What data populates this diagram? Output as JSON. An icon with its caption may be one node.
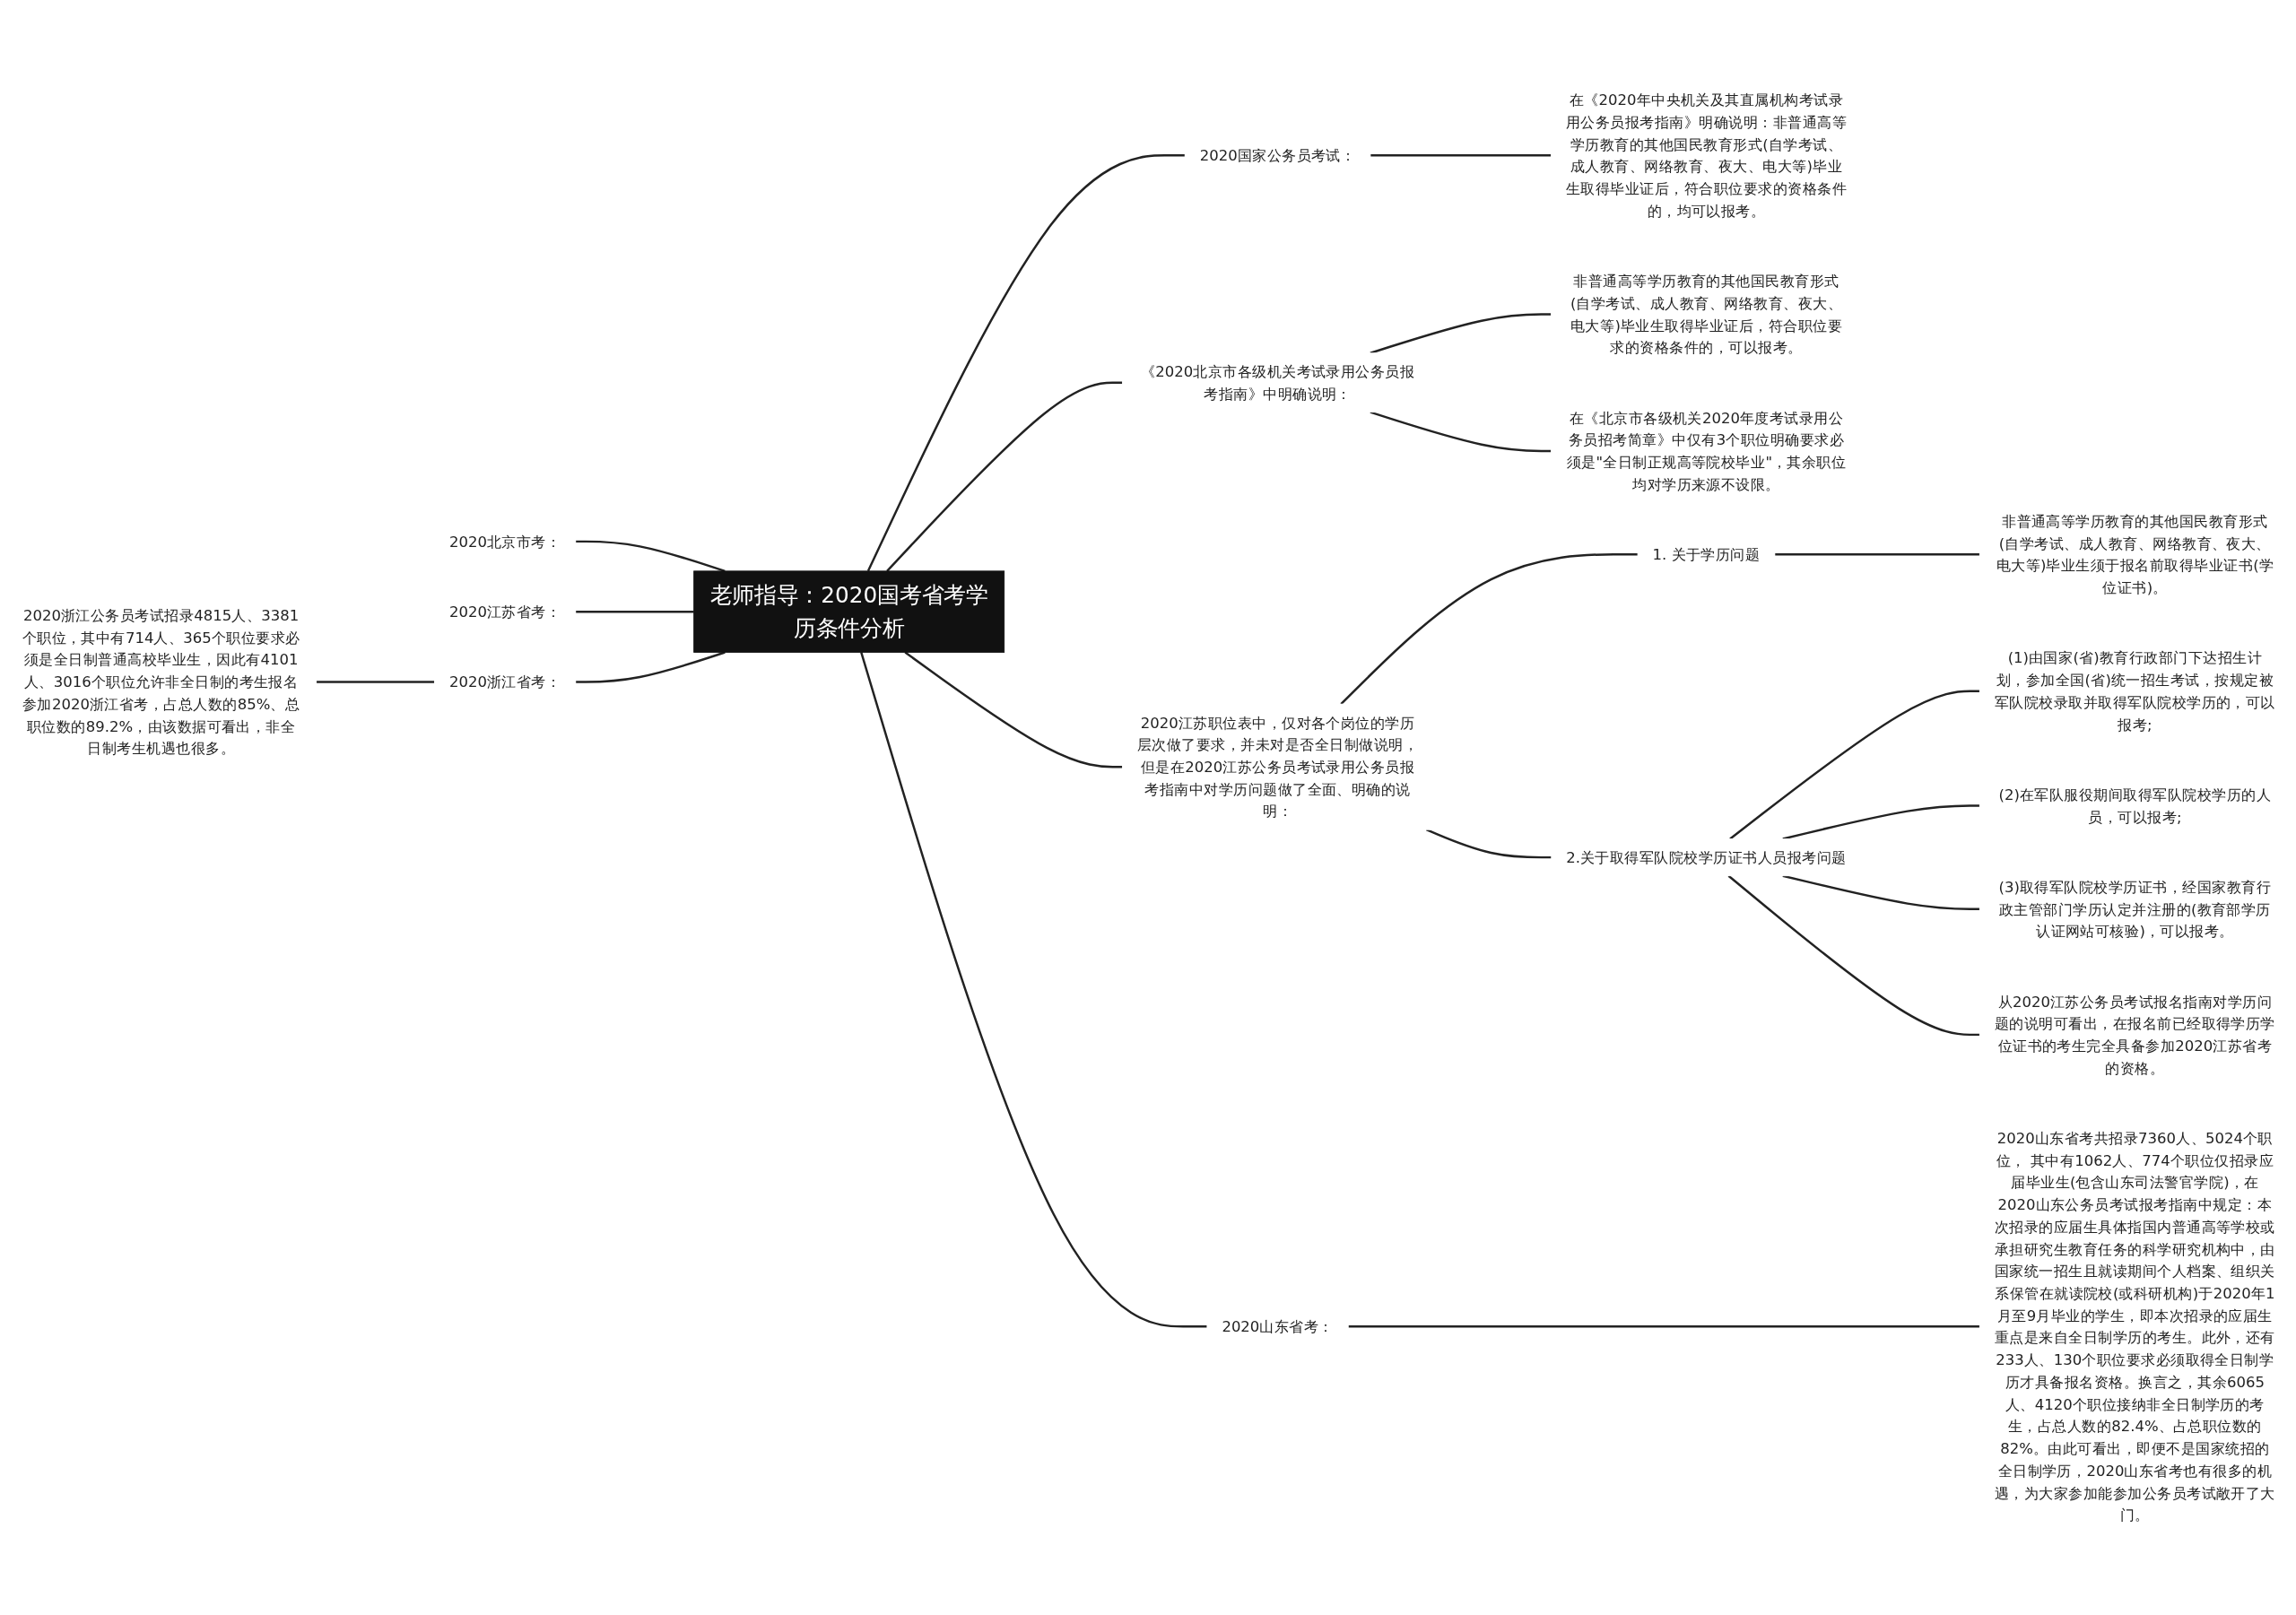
{
  "diagram": {
    "nodes": [
      {
        "text": [
          "老师指导：2020国考省考学历条件分析"
        ]
      },
      {
        "text": [
          "2020国家公务员考试："
        ]
      },
      {
        "text": [
          "在《2020年中央机关及其直属机构考试录用公务员报考指南》明确说明：非普通高等学历教育的其他国民教育形式(自学考试、成人教育、网络教育、夜大、电大等)毕业生取得毕业证后，符合职位要求的资格条件的，均可以报考。"
        ]
      },
      {
        "text": [
          "《2020北京市各级机关考试录用公务员报考指南》中明确说明："
        ]
      },
      {
        "text": [
          "非普通高等学历教育的其他国民教育形式(自学考试、成人教育、网络教育、夜大、电大等)毕业生取得毕业证后，符合职位要求的资格条件的，可以报考。"
        ]
      },
      {
        "text": [
          "在《北京市各级机关2020年度考试录用公务员招考简章》中仅有3个职位明确要求必须是\"全日制正规高等院校毕业\"，其余职位均对学历来源不设限。"
        ]
      },
      {
        "text": [
          "2020江苏职位表中，仅对各个岗位的学历层次做了要求，并未对是否全日制做说明，但是在2020江苏公务员考试录用公务员报考指南中对学历问题做了全面、明确的说明："
        ]
      },
      {
        "text": [
          "1. 关于学历问题"
        ]
      },
      {
        "text": [
          "非普通高等学历教育的其他国民教育形式(自学考试、成人教育、网络教育、夜大、电大等)毕业生须于报名前取得毕业证书(学位证书)。"
        ]
      },
      {
        "text": [
          "2.关于取得军队院校学历证书人员报考问题"
        ]
      },
      {
        "text": [
          "(1)由国家(省)教育行政部门下达招生计划，参加全国(省)统一招生考试，按规定被军队院校录取并取得军队院校学历的，可以报考;"
        ]
      },
      {
        "text": [
          "(2)在军队服役期间取得军队院校学历的人员，可以报考;"
        ]
      },
      {
        "text": [
          "(3)取得军队院校学历证书，经国家教育行政主管部门学历认定并注册的(教育部学历认证网站可核验)，可以报考。"
        ]
      },
      {
        "text": [
          "从2020江苏公务员考试报名指南对学历问题的说明可看出，在报名前已经取得学历学位证书的考生完全具备参加2020江苏省考的资格。"
        ]
      },
      {
        "text": [
          "2020山东省考："
        ]
      },
      {
        "text": [
          "2020山东省考共招录7360人、5024个职位， 其中有1062人、774个职位仅招录应届毕业生(包含山东司法警官学院)，在2020山东公务员考试报考指南中规定：本次招录的应届生具体指国内普通高等学校或承担研究生教育任务的科学研究机构中，由国家统一招生且就读期间个人档案、组织关系保管在就读院校(或科研机构)于2020年1月至9月毕业的学生，即本次招录的应届生重点是来自全日制学历的考生。此外，还有233人、130个职位要求必须取得全日制学历才具备报名资格。换言之，其余6065人、4120个职位接纳非全日制学历的考生，占总人数的82.4%、占总职位数的82%。由此可看出，即便不是国家统招的全日制学历，2020山东省考也有很多的机遇，为大家参加能参加公务员考试敞开了大门。"
        ]
      },
      {
        "text": [
          "2020北京市考："
        ]
      },
      {
        "text": [
          "2020江苏省考："
        ]
      },
      {
        "text": [
          "2020浙江省考："
        ]
      },
      {
        "text": [
          "2020浙江公务员考试招录4815人、3381个职位，其中有714人、365个职位要求必须是全日制普通高校毕业生，因此有4101人、3016个职位允许非全日制的考生报名参加2020浙江省考，占总人数的85%、总职位数的89.2%，由该数据可看出，非全日制考生机遇也很多。"
        ]
      }
    ],
    "edges": [
      {
        "from": 0,
        "to": 1,
        "arrow": "none"
      },
      {
        "from": 1,
        "to": 2,
        "arrow": "none"
      },
      {
        "from": 0,
        "to": 3,
        "arrow": "none"
      },
      {
        "from": 3,
        "to": 4,
        "arrow": "none"
      },
      {
        "from": 3,
        "to": 5,
        "arrow": "none"
      },
      {
        "from": 0,
        "to": 6,
        "arrow": "none"
      },
      {
        "from": 6,
        "to": 7,
        "arrow": "none"
      },
      {
        "from": 7,
        "to": 8,
        "arrow": "none"
      },
      {
        "from": 6,
        "to": 9,
        "arrow": "none"
      },
      {
        "from": 9,
        "to": 10,
        "arrow": "none"
      },
      {
        "from": 9,
        "to": 11,
        "arrow": "none"
      },
      {
        "from": 9,
        "to": 12,
        "arrow": "none"
      },
      {
        "from": 9,
        "to": 13,
        "arrow": "none"
      },
      {
        "from": 0,
        "to": 14,
        "arrow": "none"
      },
      {
        "from": 14,
        "to": 15,
        "arrow": "none"
      },
      {
        "from": 0,
        "to": 16,
        "arrow": "none"
      },
      {
        "from": 0,
        "to": 17,
        "arrow": "none"
      },
      {
        "from": 0,
        "to": 18,
        "arrow": "none"
      },
      {
        "from": 18,
        "to": 19,
        "arrow": "none"
      }
    ]
  }
}
